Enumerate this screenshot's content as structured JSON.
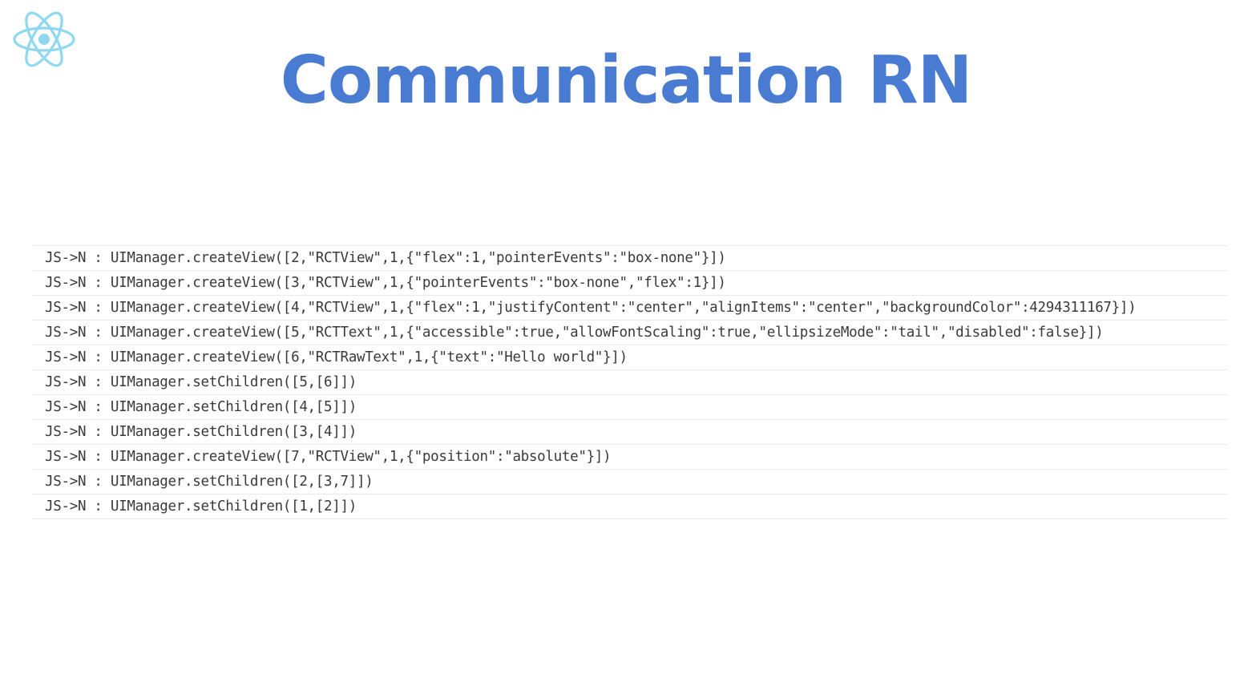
{
  "slide": {
    "title": "Communication RN",
    "logo_icon": "react-atom-icon",
    "colors": {
      "title": "#4a7bd2",
      "logo": "#8fd8ef",
      "log_text": "#3a3a3a",
      "row_divider": "#ebebeb"
    }
  },
  "console": {
    "lines": [
      "JS->N : UIManager.createView([2,\"RCTView\",1,{\"flex\":1,\"pointerEvents\":\"box-none\"}])",
      "JS->N : UIManager.createView([3,\"RCTView\",1,{\"pointerEvents\":\"box-none\",\"flex\":1}])",
      "JS->N : UIManager.createView([4,\"RCTView\",1,{\"flex\":1,\"justifyContent\":\"center\",\"alignItems\":\"center\",\"backgroundColor\":4294311167}])",
      "JS->N : UIManager.createView([5,\"RCTText\",1,{\"accessible\":true,\"allowFontScaling\":true,\"ellipsizeMode\":\"tail\",\"disabled\":false}])",
      "JS->N : UIManager.createView([6,\"RCTRawText\",1,{\"text\":\"Hello world\"}])",
      "JS->N : UIManager.setChildren([5,[6]])",
      "JS->N : UIManager.setChildren([4,[5]])",
      "JS->N : UIManager.setChildren([3,[4]])",
      "JS->N : UIManager.createView([7,\"RCTView\",1,{\"position\":\"absolute\"}])",
      "JS->N : UIManager.setChildren([2,[3,7]])",
      "JS->N : UIManager.setChildren([1,[2]])"
    ]
  }
}
